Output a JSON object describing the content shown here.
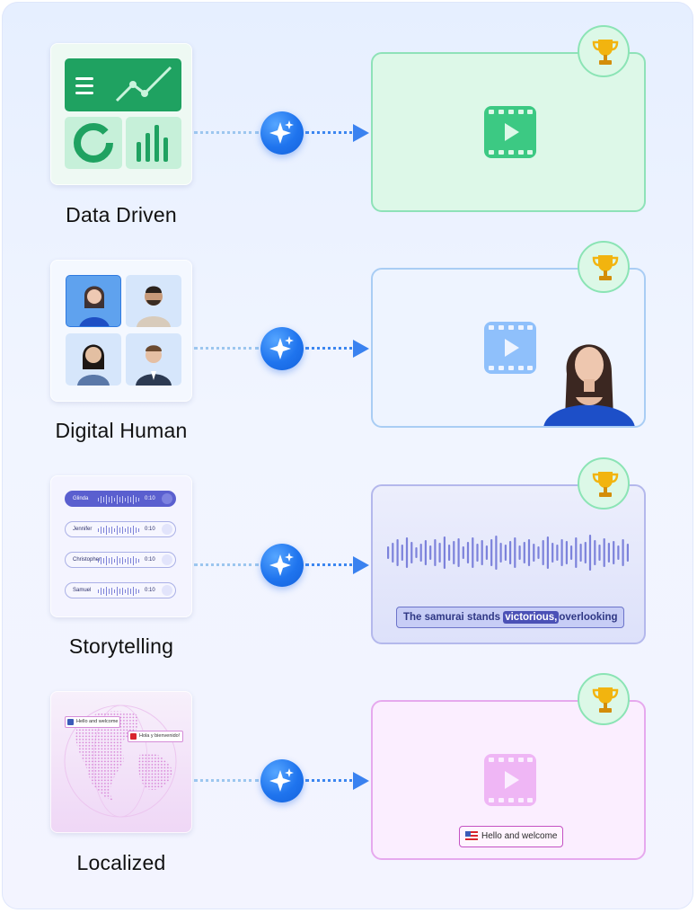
{
  "rows": [
    {
      "id": "data-driven",
      "caption": "Data Driven",
      "colors": {
        "card_border": "#8ee2b8",
        "card_bg": "#ddf8e8",
        "video_icon": "#3cc983"
      }
    },
    {
      "id": "digital-human",
      "caption": "Digital Human",
      "colors": {
        "card_border": "#a9cdf4",
        "card_bg": "#eef4ff",
        "video_icon": "#8fc0fb"
      }
    },
    {
      "id": "storytelling",
      "caption": "Storytelling",
      "colors": {
        "card_border": "#b4b8ec",
        "card_bg": "#e2e5fb",
        "wave": "#7c82db"
      },
      "voices": [
        {
          "name": "Glinda",
          "time": "0:10",
          "active": true
        },
        {
          "name": "Jennifer",
          "time": "0:10",
          "active": false
        },
        {
          "name": "Christopher",
          "time": "0:10",
          "active": false
        },
        {
          "name": "Samuel",
          "time": "0:10",
          "active": false
        }
      ],
      "subtitle_prefix": "The samurai stands ",
      "subtitle_highlight": "victorious,",
      "subtitle_suffix": "overlooking"
    },
    {
      "id": "localized",
      "caption": "Localized",
      "colors": {
        "card_border": "#e6a9ee",
        "card_bg": "#fbeeff",
        "video_icon": "#efb6f5"
      },
      "tile_labels": [
        "Hello and welcome",
        "Hola y bienvenido!"
      ],
      "card_label": "Hello and welcome"
    }
  ],
  "icons": {
    "spark": "sparkle-icon",
    "trophy": "trophy-icon",
    "video": "video-play-icon"
  }
}
